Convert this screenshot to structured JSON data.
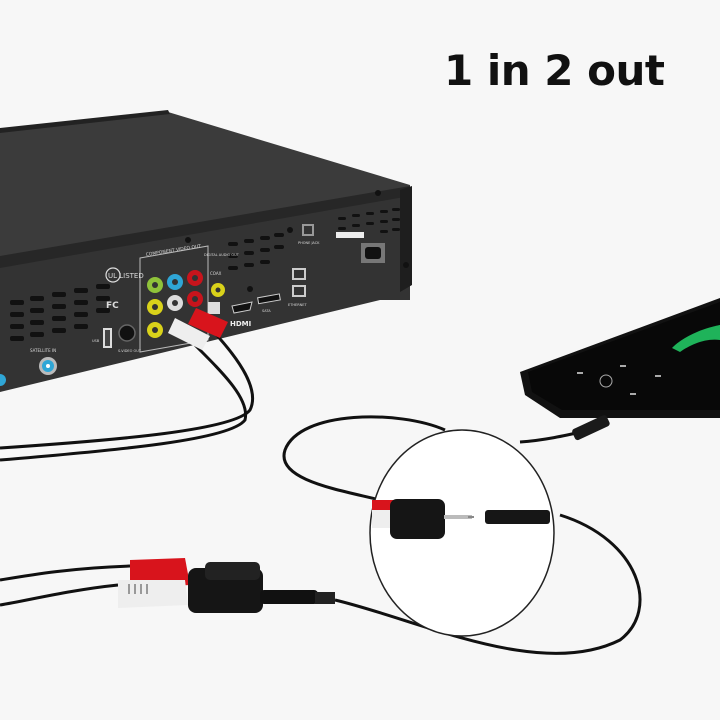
{
  "headline": "1 in 2 out",
  "device": {
    "labels": {
      "component_video_out": "COMPONENT VIDEO OUT",
      "digital_audio_out": "DIGITAL AUDIO OUT",
      "coax": "COAX",
      "hdmi": "HDMI",
      "sata": "SATA",
      "ethernet": "ETHERNET",
      "phone_jack": "PHONE JACK",
      "satellite_in": "SATELLITE IN",
      "usb": "USB",
      "s_video_out": "S-VIDEO OUT",
      "ul_listed": "UL LISTED",
      "fcc": "FC"
    }
  },
  "colors": {
    "background": "#f7f7f7",
    "device_top": "#3a3a3a",
    "device_back": "#2e2e2e",
    "rca_red": "#d8141c",
    "rca_white": "#f2f2f2",
    "rca_yellow": "#d9d21a",
    "rca_green": "#8fc23a",
    "rca_blue": "#2fa6d6",
    "cable": "#111111",
    "screen_green": "#1fb35a"
  }
}
